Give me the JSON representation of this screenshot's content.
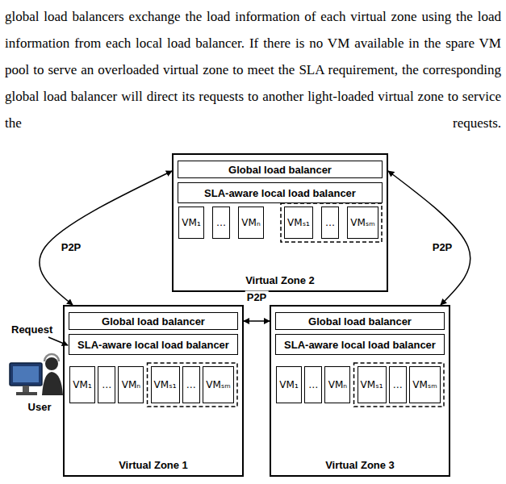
{
  "diagram": {
    "nodes": [
      {
        "text": [
          "Virtual Zone 2"
        ]
      },
      {
        "text": [
          "Global load balancer"
        ],
        "in": 0
      },
      {
        "text": [
          "SLA-aware local load balancer"
        ],
        "in": 0
      },
      {
        "text": [
          "VM₁"
        ],
        "in": 0
      },
      {
        "text": [
          "…"
        ],
        "in": 0
      },
      {
        "text": [
          "VMₙ"
        ],
        "in": 0
      },
      {
        "text": [
          "VMₛ₁"
        ],
        "in": 0
      },
      {
        "text": [
          "…"
        ],
        "in": 0
      },
      {
        "text": [
          "VMₛₘ"
        ],
        "in": 0
      },
      {
        "text": [
          "Virtual Zone 1"
        ]
      },
      {
        "text": [
          "Global load balancer"
        ],
        "in": 9
      },
      {
        "text": [
          "SLA-aware local load balancer"
        ],
        "in": 9
      },
      {
        "text": [
          "VM₁"
        ],
        "in": 9
      },
      {
        "text": [
          "…"
        ],
        "in": 9
      },
      {
        "text": [
          "VMₙ"
        ],
        "in": 9
      },
      {
        "text": [
          "VMₛ₁"
        ],
        "in": 9
      },
      {
        "text": [
          "…"
        ],
        "in": 9
      },
      {
        "text": [
          "VMₛₘ"
        ],
        "in": 9
      },
      {
        "text": [
          "Virtual Zone 3"
        ]
      },
      {
        "text": [
          "Global load balancer"
        ],
        "in": 18
      },
      {
        "text": [
          "SLA-aware local load balancer"
        ],
        "in": 18
      },
      {
        "text": [
          "VM₁"
        ],
        "in": 18
      },
      {
        "text": [
          "…"
        ],
        "in": 18
      },
      {
        "text": [
          "VMₙ"
        ],
        "in": 18
      },
      {
        "text": [
          "VMₛ₁"
        ],
        "in": 18
      },
      {
        "text": [
          "…"
        ],
        "in": 18
      },
      {
        "text": [
          "VMₛₘ"
        ],
        "in": 18
      }
    ],
    "edges": [
      {
        "from": 9,
        "to": 0,
        "label": "P2P",
        "arrow": "both"
      },
      {
        "from": 9,
        "to": 18,
        "label": "P2P",
        "arrow": "both"
      },
      {
        "from": 18,
        "to": 0,
        "label": "P2P",
        "arrow": "both"
      }
    ],
    "labels": [
      "global load balancers exchange the load information of each virtual zone using the load information from each local load balancer. If there is no VM available in the spare VM pool to serve an overloaded virtual zone to meet the SLA requirement, the corresponding global load balancer will direct its requests to another light-loaded virtual zone to service the requests.",
      "Request",
      "User"
    ]
  }
}
